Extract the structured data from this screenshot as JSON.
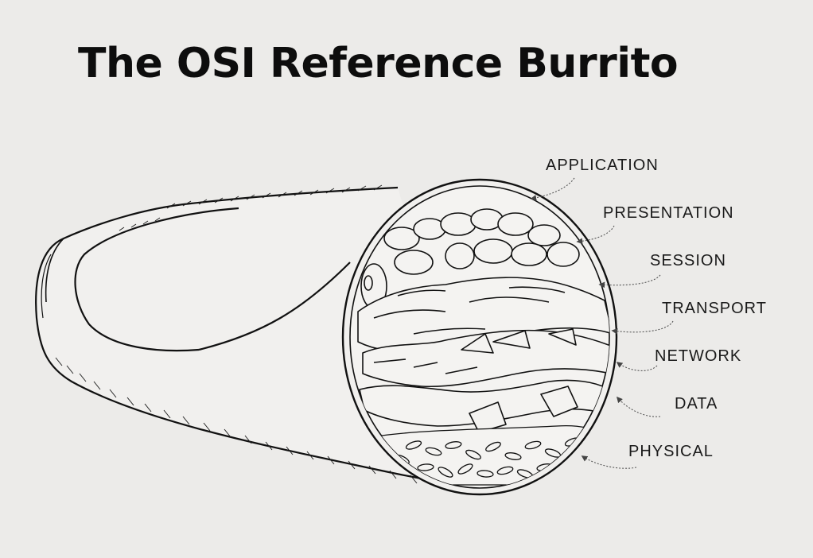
{
  "title": "The OSI Reference Burrito",
  "layers": [
    {
      "label": "APPLICATION"
    },
    {
      "label": "PRESENTATION"
    },
    {
      "label": "SESSION"
    },
    {
      "label": "TRANSPORT"
    },
    {
      "label": "NETWORK"
    },
    {
      "label": "DATA"
    },
    {
      "label": "PHYSICAL"
    }
  ],
  "colors": {
    "background": "#ecebe9",
    "ink": "#111111",
    "label": "#1a1a1a",
    "arrow": "#555555"
  }
}
